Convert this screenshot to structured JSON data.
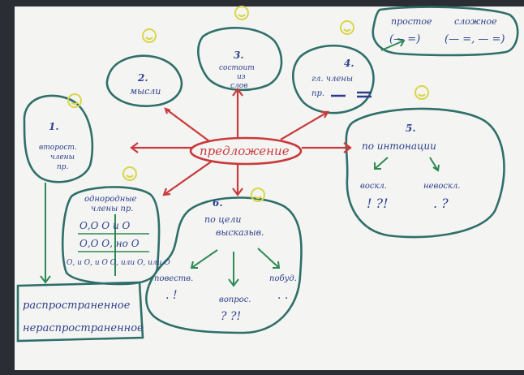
{
  "mindmap": {
    "center": "предложение",
    "node1": {
      "num": "1.",
      "lines": [
        "второст.",
        "члены",
        "пр."
      ]
    },
    "node2": {
      "num": "2.",
      "text": "мысли"
    },
    "node3": {
      "num": "3.",
      "lines": [
        "состоит",
        "из",
        "слов"
      ]
    },
    "node4": {
      "num": "4.",
      "lines": [
        "гл. члены",
        "пр."
      ]
    },
    "node5": {
      "num": "5.",
      "title": "по интонации",
      "branches": [
        "воскл.",
        "невоскл."
      ],
      "marks": [
        "! ?!",
        ". ?"
      ]
    },
    "node6": {
      "num": "6.",
      "lines": [
        "по цели",
        "высказыв."
      ],
      "branches": [
        "повеств.",
        "вопрос.",
        "побуд."
      ],
      "marks": [
        ". !",
        "? ?!",
        ". ."
      ]
    },
    "homo": {
      "lines": [
        "однородные",
        "члены пр."
      ],
      "rows": [
        "О,О О и О",
        "О,О О, но О",
        "О, и О, и О О, или О, или О"
      ]
    },
    "types": {
      "items": [
        "простое",
        "сложное"
      ],
      "marks": [
        "(— =)",
        "(— =, — =)"
      ]
    },
    "spread": {
      "items": [
        "распространенное",
        "нераспространенное"
      ]
    }
  }
}
